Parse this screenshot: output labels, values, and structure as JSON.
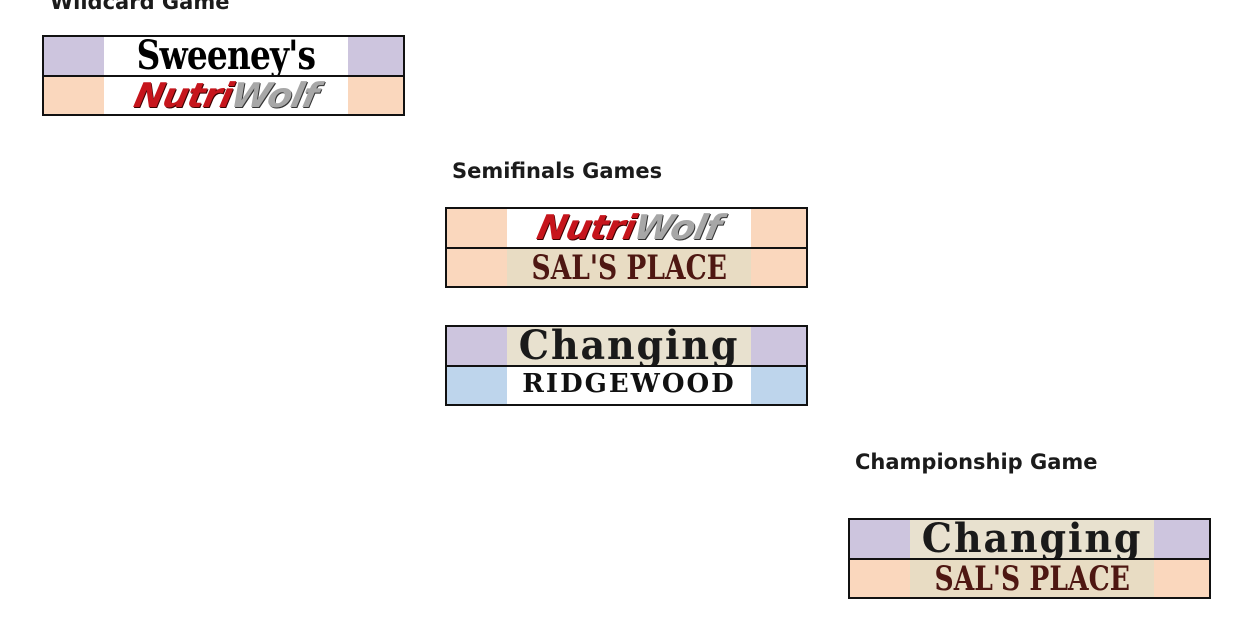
{
  "colors": {
    "lavender": "#cdc5de",
    "peach": "#fad7bd",
    "light_blue": "#bed5ec",
    "border": "#111111",
    "title_text": "#1b1b1b"
  },
  "wildcard": {
    "title": "Wildcard Game",
    "teams": [
      {
        "name": "Sweeney's",
        "logo_text": "Sweeney's",
        "bg": "#cdc5de"
      },
      {
        "name": "NutriWolf",
        "logo_text_a": "Nutri",
        "logo_text_b": "Wolf",
        "bg": "#fad7bd"
      }
    ]
  },
  "semifinals": {
    "title": "Semifinals Games",
    "games": [
      {
        "teams": [
          {
            "name": "NutriWolf",
            "logo_text_a": "Nutri",
            "logo_text_b": "Wolf",
            "bg": "#fad7bd"
          },
          {
            "name": "Sal's Place",
            "logo_text": "SAL'S PLACE",
            "bg": "#fad7bd"
          }
        ]
      },
      {
        "teams": [
          {
            "name": "Changing",
            "logo_text": "Changing",
            "bg": "#cdc5de"
          },
          {
            "name": "Ridgewood",
            "logo_text": "RIDGEWOOD",
            "bg": "#bed5ec"
          }
        ]
      }
    ]
  },
  "championship": {
    "title": "Championship Game",
    "teams": [
      {
        "name": "Changing",
        "logo_text": "Changing",
        "bg": "#cdc5de"
      },
      {
        "name": "Sal's Place",
        "logo_text": "SAL'S PLACE",
        "bg": "#fad7bd"
      }
    ]
  }
}
